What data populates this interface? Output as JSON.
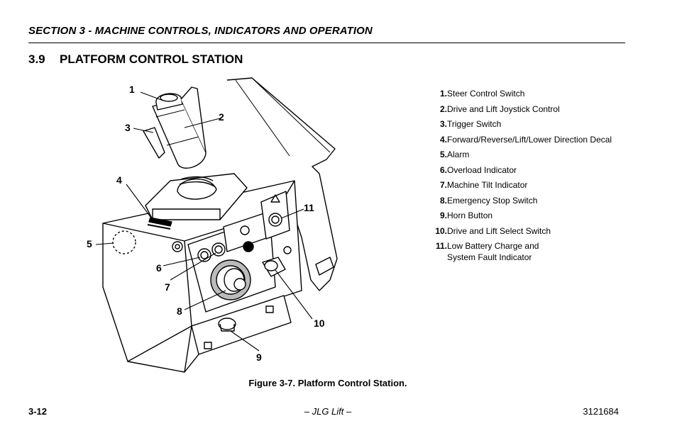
{
  "header": {
    "section_title": "SECTION 3 - MACHINE CONTROLS, INDICATORS AND OPERATION"
  },
  "heading": {
    "number": "3.9",
    "title": "PLATFORM CONTROL STATION"
  },
  "figure": {
    "callouts": [
      "1",
      "2",
      "3",
      "4",
      "5",
      "6",
      "7",
      "8",
      "9",
      "10",
      "11"
    ],
    "caption": "Figure 3-7. Platform Control Station."
  },
  "legend": [
    {
      "num": "1.",
      "text": "Steer Control Switch"
    },
    {
      "num": "2.",
      "text": "Drive and Lift Joystick Control"
    },
    {
      "num": "3.",
      "text": "Trigger Switch"
    },
    {
      "num": "4.",
      "text": "Forward/Reverse/Lift/Lower Direction Decal"
    },
    {
      "num": "5.",
      "text": "Alarm"
    },
    {
      "num": "6.",
      "text": "Overload Indicator"
    },
    {
      "num": "7.",
      "text": "Machine Tilt Indicator"
    },
    {
      "num": "8.",
      "text": "Emergency Stop Switch"
    },
    {
      "num": "9.",
      "text": "Horn Button"
    },
    {
      "num": "10.",
      "text": "Drive and Lift Select Switch"
    },
    {
      "num": "11.",
      "text": "Low Battery Charge and\nSystem Fault Indicator"
    }
  ],
  "footer": {
    "page": "3-12",
    "center": "– JLG Lift –",
    "doc_number": "3121684"
  }
}
